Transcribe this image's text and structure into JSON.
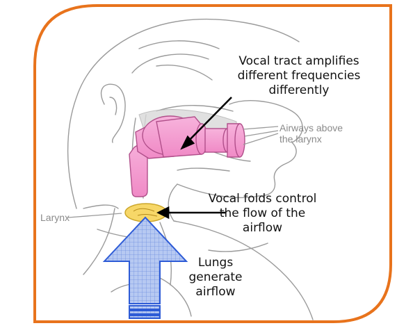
{
  "colors": {
    "frame": "#e8731c",
    "sketch": "#9a9a9a",
    "vocal_tract": "#f59ad0",
    "vocal_folds": "#f7d560",
    "airflow": "#a9c0ee",
    "arrow_stroke": "#2d5bd6"
  },
  "labels": {
    "vocal_tract": [
      "Vocal tract amplifies",
      "different frequencies",
      "differently"
    ],
    "vocal_folds": [
      "Vocal folds control",
      "the flow of the",
      "airflow"
    ],
    "lungs": [
      "Lungs",
      "generate",
      "airflow"
    ],
    "airways": [
      "Airways above",
      "the larynx"
    ],
    "larynx": "Larynx"
  }
}
